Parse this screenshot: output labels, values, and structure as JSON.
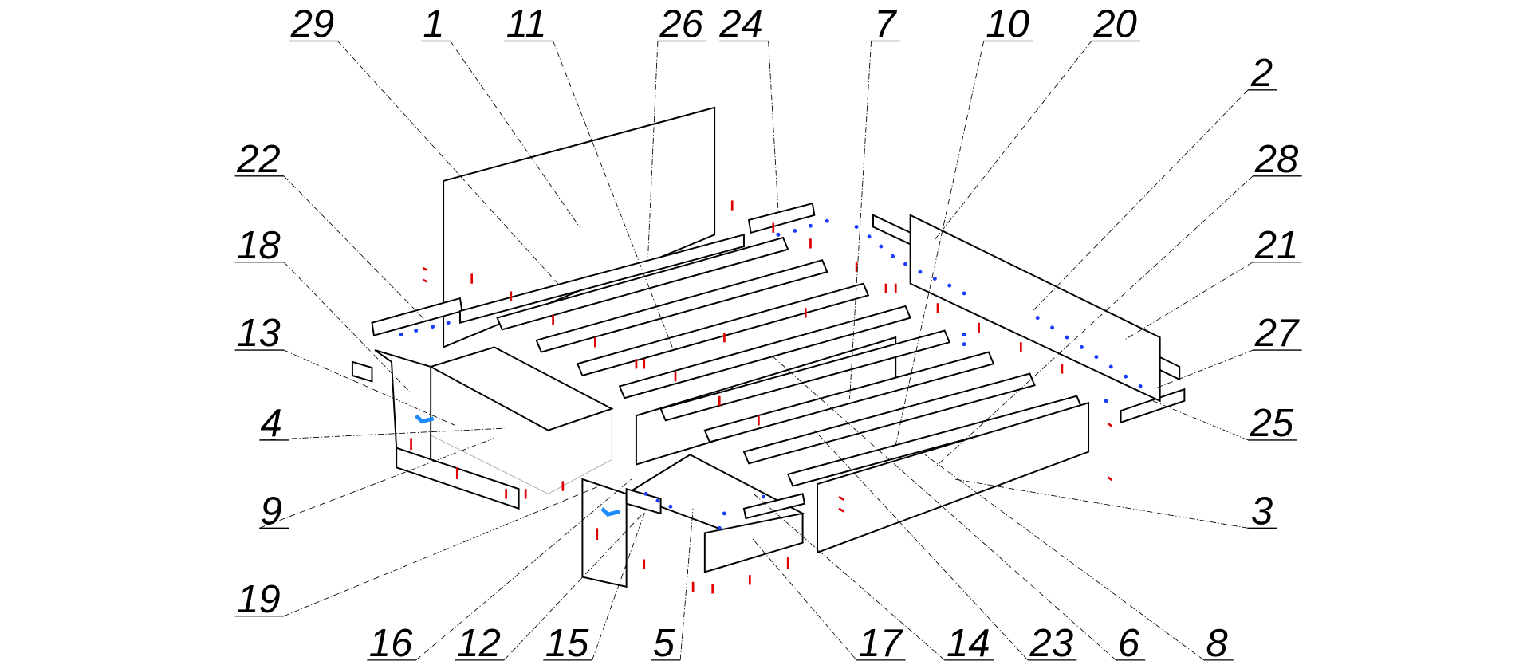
{
  "diagram": {
    "type": "exploded-assembly",
    "part_labels": {
      "p1": "1",
      "p2": "2",
      "p3": "3",
      "p4": "4",
      "p5": "5",
      "p6": "6",
      "p7": "7",
      "p8": "8",
      "p9": "9",
      "p10": "10",
      "p11": "11",
      "p12": "12",
      "p13": "13",
      "p14": "14",
      "p15": "15",
      "p16": "16",
      "p17": "17",
      "p18": "18",
      "p19": "19",
      "p20": "20",
      "p21": "21",
      "p22": "22",
      "p23": "23",
      "p24": "24",
      "p25": "25",
      "p26": "26",
      "p27": "27",
      "p28": "28",
      "p29": "29"
    },
    "colors": {
      "fastener_red": "#e00000",
      "fastener_blue": "#1a3cff",
      "handle_blue": "#1e8cff",
      "line": "#000000"
    }
  }
}
